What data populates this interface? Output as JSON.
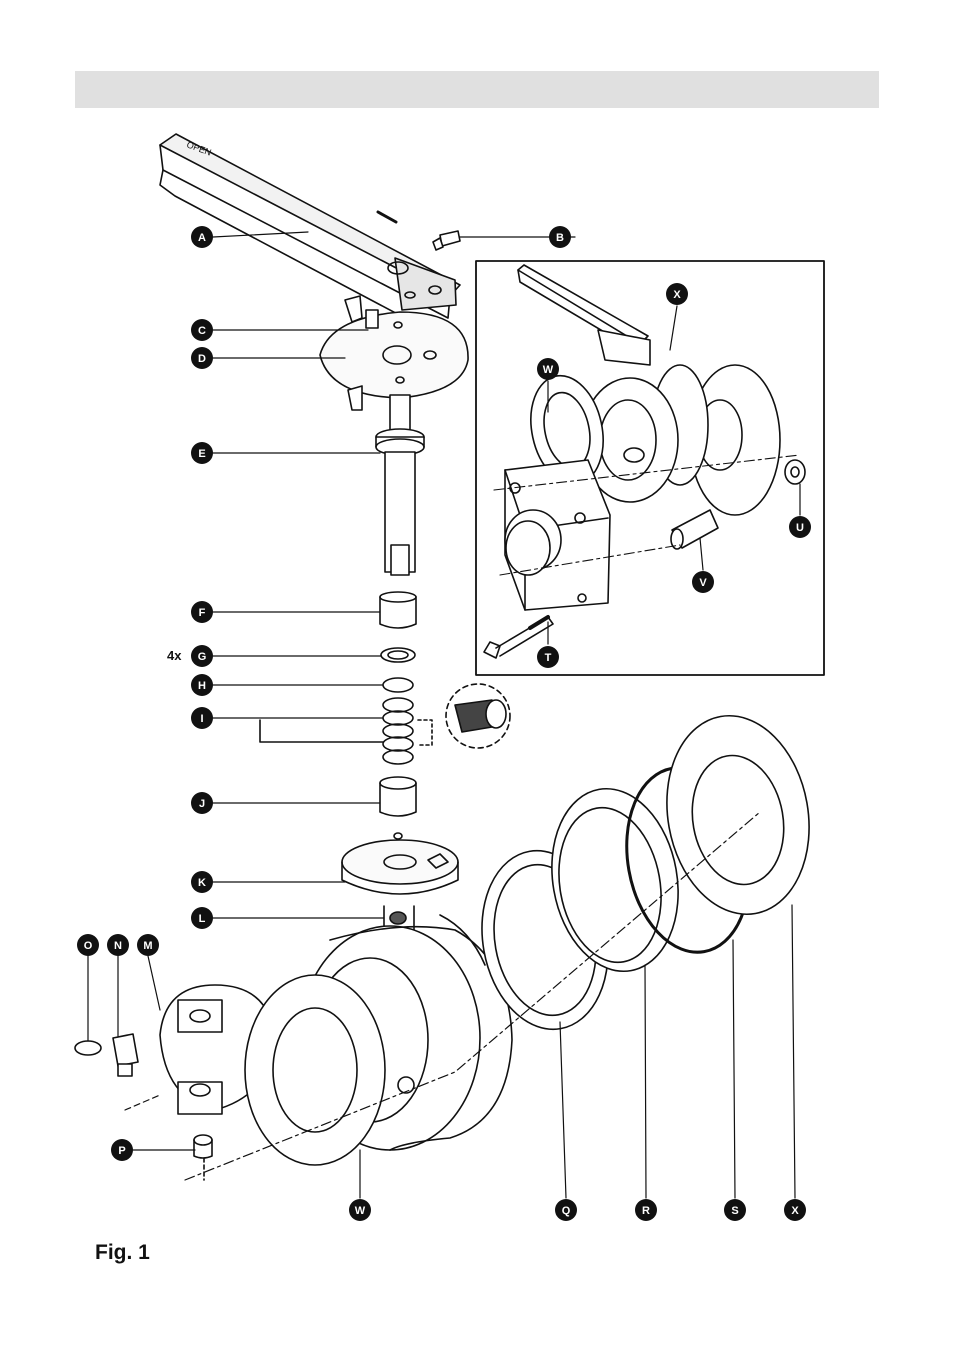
{
  "header": {
    "title": ""
  },
  "figure": {
    "caption": "Fig. 1"
  },
  "quantity_note": "4x",
  "handle_text": "OPEN",
  "callouts": [
    {
      "id": "A",
      "label": "A"
    },
    {
      "id": "B",
      "label": "B"
    },
    {
      "id": "C",
      "label": "C"
    },
    {
      "id": "D",
      "label": "D"
    },
    {
      "id": "E",
      "label": "E"
    },
    {
      "id": "F",
      "label": "F"
    },
    {
      "id": "G",
      "label": "G"
    },
    {
      "id": "H",
      "label": "H"
    },
    {
      "id": "I",
      "label": "I"
    },
    {
      "id": "J",
      "label": "J"
    },
    {
      "id": "K",
      "label": "K"
    },
    {
      "id": "L",
      "label": "L"
    },
    {
      "id": "M",
      "label": "M"
    },
    {
      "id": "N",
      "label": "N"
    },
    {
      "id": "O",
      "label": "O"
    },
    {
      "id": "P",
      "label": "P"
    },
    {
      "id": "Q",
      "label": "Q"
    },
    {
      "id": "R",
      "label": "R"
    },
    {
      "id": "S",
      "label": "S"
    },
    {
      "id": "T",
      "label": "T"
    },
    {
      "id": "U",
      "label": "U"
    },
    {
      "id": "V",
      "label": "V"
    },
    {
      "id": "W",
      "label": "W"
    },
    {
      "id": "W2",
      "label": "W"
    },
    {
      "id": "X",
      "label": "X"
    },
    {
      "id": "X2",
      "label": "X"
    }
  ]
}
